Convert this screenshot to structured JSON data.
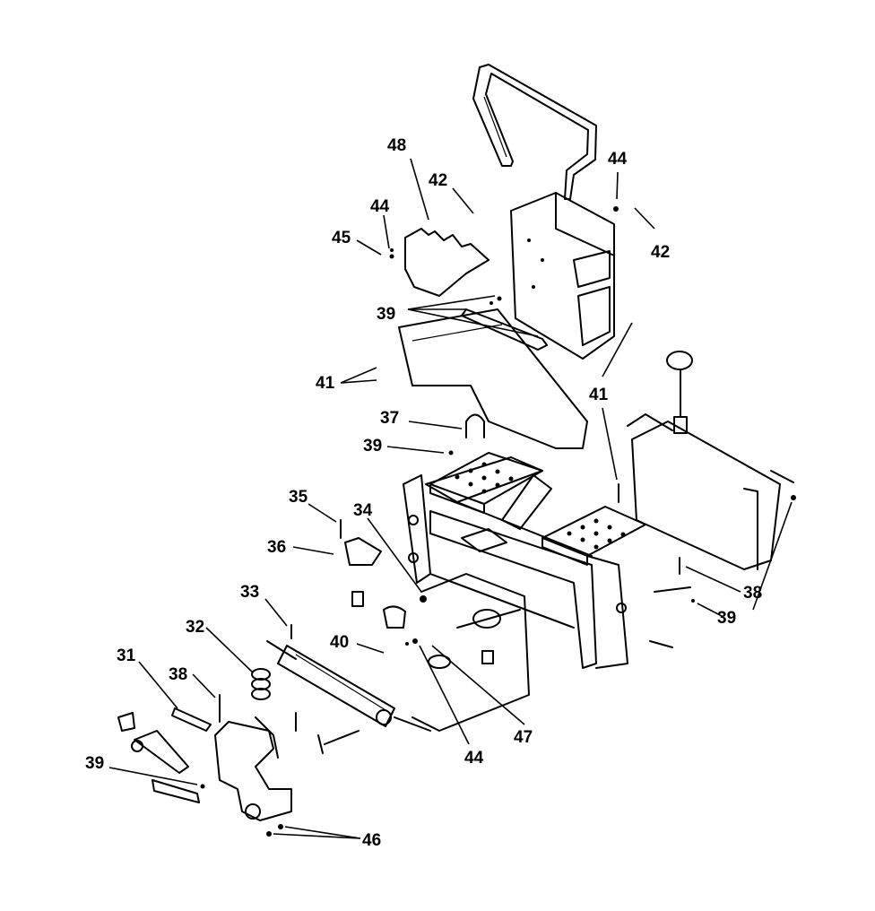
{
  "callouts": {
    "c31": "31",
    "c32": "32",
    "c33": "33",
    "c34": "34",
    "c35": "35",
    "c36": "36",
    "c37": "37",
    "c38a": "38",
    "c38b": "38",
    "c39a": "39",
    "c39b": "39",
    "c39c": "39",
    "c39d": "39",
    "c40": "40",
    "c41a": "41",
    "c41b": "41",
    "c42a": "42",
    "c42b": "42",
    "c44a": "44",
    "c44b": "44",
    "c44c": "44",
    "c45": "45",
    "c46": "46",
    "c47": "47",
    "c48": "48"
  }
}
